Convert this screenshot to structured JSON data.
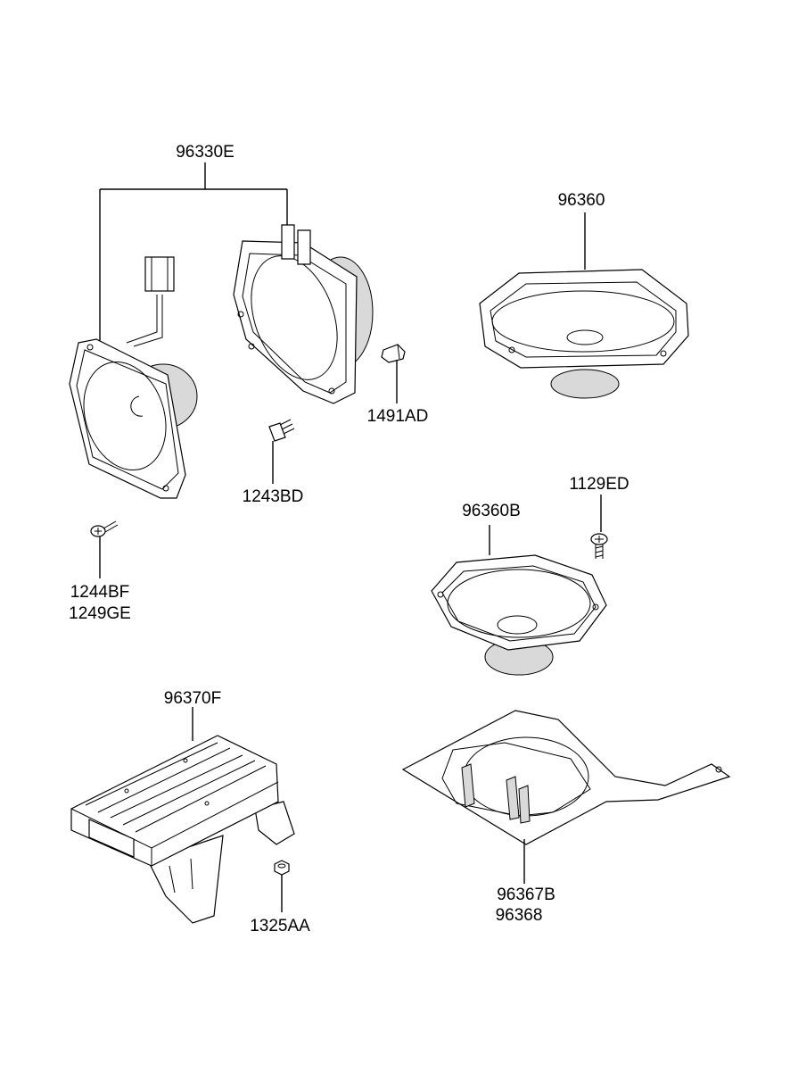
{
  "parts": {
    "front_speaker_assy": {
      "label": "96330E"
    },
    "rear_speaker": {
      "label": "96360"
    },
    "screw_1491": {
      "label": "1491AD"
    },
    "screw_1243": {
      "label": "1243BD"
    },
    "screw_1244": {
      "label_1": "1244BF",
      "label_2": "1249GE"
    },
    "screw_1129": {
      "label": "1129ED"
    },
    "speaker_96360b": {
      "label": "96360B"
    },
    "amplifier": {
      "label": "96370F"
    },
    "nut_1325": {
      "label": "1325AA"
    },
    "bracket": {
      "label_1": "96367B",
      "label_2": "96368"
    }
  }
}
